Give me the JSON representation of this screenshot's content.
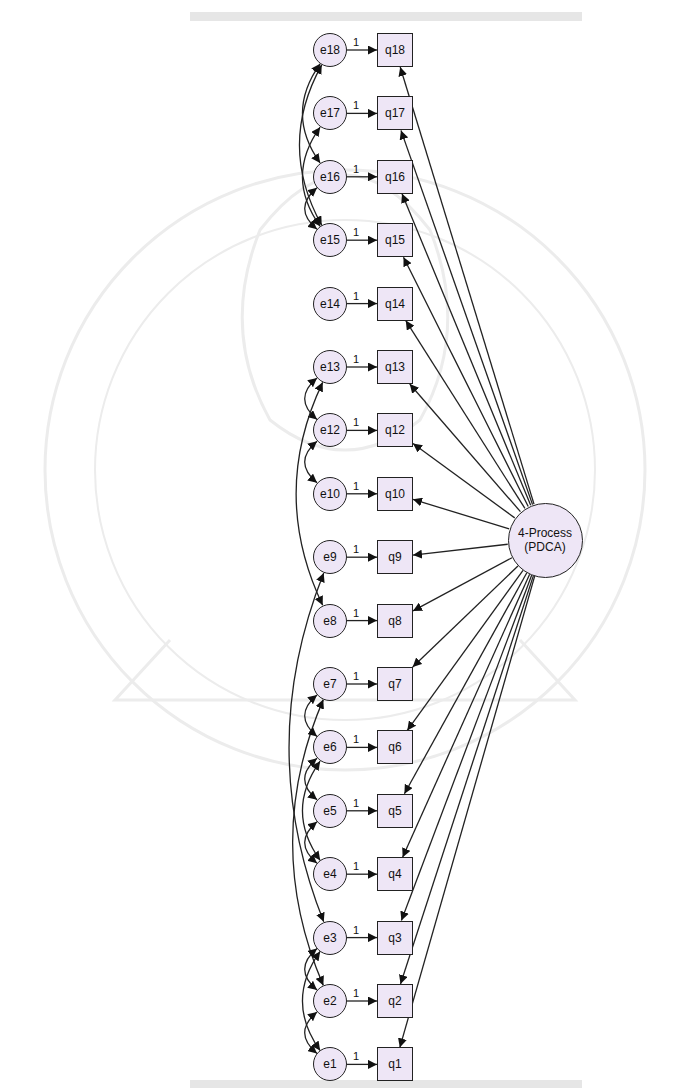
{
  "diagram": {
    "nodes": [
      {
        "text": [
          "e18"
        ]
      },
      {
        "text": [
          "q18"
        ]
      },
      {
        "text": [
          "e17"
        ]
      },
      {
        "text": [
          "q17"
        ]
      },
      {
        "text": [
          "e16"
        ]
      },
      {
        "text": [
          "q16"
        ]
      },
      {
        "text": [
          "e15"
        ]
      },
      {
        "text": [
          "q15"
        ]
      },
      {
        "text": [
          "e14"
        ]
      },
      {
        "text": [
          "q14"
        ]
      },
      {
        "text": [
          "e13"
        ]
      },
      {
        "text": [
          "q13"
        ]
      },
      {
        "text": [
          "e12"
        ]
      },
      {
        "text": [
          "q12"
        ]
      },
      {
        "text": [
          "e10"
        ]
      },
      {
        "text": [
          "q10"
        ]
      },
      {
        "text": [
          "e9"
        ]
      },
      {
        "text": [
          "q9"
        ]
      },
      {
        "text": [
          "e8"
        ]
      },
      {
        "text": [
          "q8"
        ]
      },
      {
        "text": [
          "e7"
        ]
      },
      {
        "text": [
          "q7"
        ]
      },
      {
        "text": [
          "e6"
        ]
      },
      {
        "text": [
          "q6"
        ]
      },
      {
        "text": [
          "e5"
        ]
      },
      {
        "text": [
          "q5"
        ]
      },
      {
        "text": [
          "e4"
        ]
      },
      {
        "text": [
          "q4"
        ]
      },
      {
        "text": [
          "e3"
        ]
      },
      {
        "text": [
          "q3"
        ]
      },
      {
        "text": [
          "e2"
        ]
      },
      {
        "text": [
          "q2"
        ]
      },
      {
        "text": [
          "e1"
        ]
      },
      {
        "text": [
          "q1"
        ]
      },
      {
        "text": [
          "4-Process (PDCA)"
        ]
      }
    ],
    "edges": [
      {
        "from": 0,
        "to": 1,
        "arrow": "to",
        "label": "1"
      },
      {
        "from": 2,
        "to": 3,
        "arrow": "to",
        "label": "1"
      },
      {
        "from": 4,
        "to": 5,
        "arrow": "to",
        "label": "1"
      },
      {
        "from": 6,
        "to": 7,
        "arrow": "to",
        "label": "1"
      },
      {
        "from": 8,
        "to": 9,
        "arrow": "to",
        "label": "1"
      },
      {
        "from": 10,
        "to": 11,
        "arrow": "to",
        "label": "1"
      },
      {
        "from": 12,
        "to": 13,
        "arrow": "to",
        "label": "1"
      },
      {
        "from": 14,
        "to": 15,
        "arrow": "to",
        "label": "1"
      },
      {
        "from": 16,
        "to": 17,
        "arrow": "to",
        "label": "1"
      },
      {
        "from": 18,
        "to": 19,
        "arrow": "to",
        "label": "1"
      },
      {
        "from": 20,
        "to": 21,
        "arrow": "to",
        "label": "1"
      },
      {
        "from": 22,
        "to": 23,
        "arrow": "to",
        "label": "1"
      },
      {
        "from": 24,
        "to": 25,
        "arrow": "to",
        "label": "1"
      },
      {
        "from": 26,
        "to": 27,
        "arrow": "to",
        "label": "1"
      },
      {
        "from": 28,
        "to": 29,
        "arrow": "to",
        "label": "1"
      },
      {
        "from": 30,
        "to": 31,
        "arrow": "to",
        "label": "1"
      },
      {
        "from": 32,
        "to": 33,
        "arrow": "to",
        "label": "1"
      },
      {
        "from": 34,
        "to": 1,
        "arrow": "to"
      },
      {
        "from": 34,
        "to": 3,
        "arrow": "to"
      },
      {
        "from": 34,
        "to": 5,
        "arrow": "to"
      },
      {
        "from": 34,
        "to": 7,
        "arrow": "to"
      },
      {
        "from": 34,
        "to": 9,
        "arrow": "to"
      },
      {
        "from": 34,
        "to": 11,
        "arrow": "to"
      },
      {
        "from": 34,
        "to": 13,
        "arrow": "to"
      },
      {
        "from": 34,
        "to": 15,
        "arrow": "to"
      },
      {
        "from": 34,
        "to": 17,
        "arrow": "to"
      },
      {
        "from": 34,
        "to": 19,
        "arrow": "to"
      },
      {
        "from": 34,
        "to": 21,
        "arrow": "to"
      },
      {
        "from": 34,
        "to": 23,
        "arrow": "to"
      },
      {
        "from": 34,
        "to": 25,
        "arrow": "to"
      },
      {
        "from": 34,
        "to": 27,
        "arrow": "to"
      },
      {
        "from": 34,
        "to": 29,
        "arrow": "to"
      },
      {
        "from": 34,
        "to": 31,
        "arrow": "to"
      },
      {
        "from": 34,
        "to": 33,
        "arrow": "to"
      },
      {
        "from": 0,
        "to": 6,
        "arrow": "both"
      },
      {
        "from": 0,
        "to": 4,
        "arrow": "both"
      },
      {
        "from": 2,
        "to": 6,
        "arrow": "both"
      },
      {
        "from": 4,
        "to": 6,
        "arrow": "both"
      },
      {
        "from": 10,
        "to": 12,
        "arrow": "both"
      },
      {
        "from": 12,
        "to": 14,
        "arrow": "both"
      },
      {
        "from": 10,
        "to": 18,
        "arrow": "both"
      },
      {
        "from": 16,
        "to": 28,
        "arrow": "both"
      },
      {
        "from": 20,
        "to": 30,
        "arrow": "both"
      },
      {
        "from": 20,
        "to": 22,
        "arrow": "both"
      },
      {
        "from": 22,
        "to": 24,
        "arrow": "both"
      },
      {
        "from": 22,
        "to": 26,
        "arrow": "both"
      },
      {
        "from": 24,
        "to": 26,
        "arrow": "both"
      },
      {
        "from": 28,
        "to": 30,
        "arrow": "both"
      },
      {
        "from": 28,
        "to": 32,
        "arrow": "both"
      },
      {
        "from": 30,
        "to": 32,
        "arrow": "both"
      }
    ]
  }
}
